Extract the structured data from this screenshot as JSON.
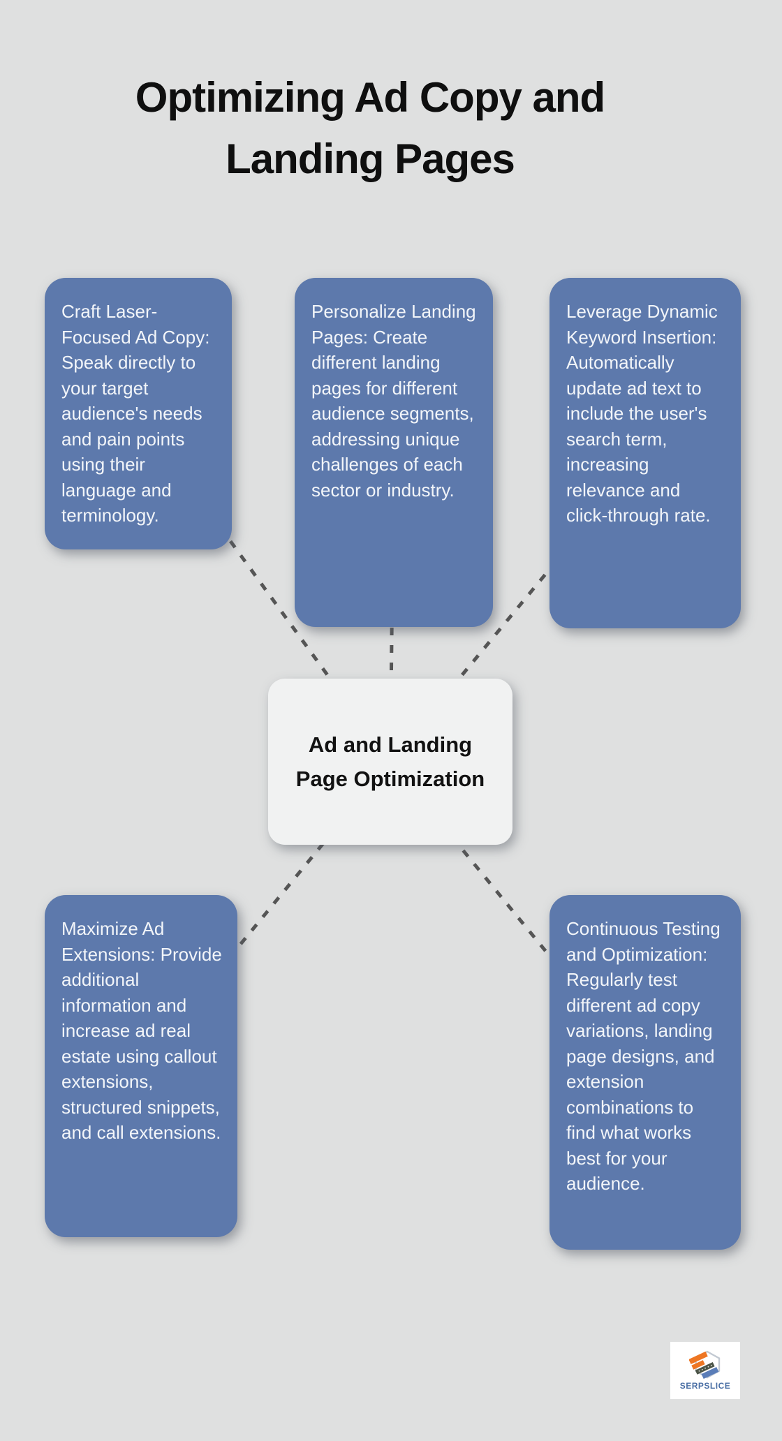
{
  "title": "Optimizing Ad Copy and Landing Pages",
  "center": {
    "label": "Ad and Landing Page Optimization"
  },
  "nodes": [
    {
      "id": "craft-ad-copy",
      "position": "top-left",
      "text": "Craft Laser-Focused Ad Copy: Speak directly to your target audience's needs and pain points using their language and terminology."
    },
    {
      "id": "personalize-landing-pages",
      "position": "top-middle",
      "text": "Personalize Landing Pages: Create different landing pages for different audience segments, addressing unique challenges of each sector or industry."
    },
    {
      "id": "dynamic-keyword-insertion",
      "position": "top-right",
      "text": "Leverage Dynamic Keyword Insertion: Automatically update ad text to include the user's search term, increasing relevance and click-through rate."
    },
    {
      "id": "maximize-ad-extensions",
      "position": "bottom-left",
      "text": "Maximize Ad Extensions: Provide additional information and increase ad real estate using callout extensions, structured snippets, and call extensions."
    },
    {
      "id": "continuous-testing",
      "position": "bottom-right",
      "text": "Continuous Testing and Optimization: Regularly test different ad copy variations, landing page designs, and extension combinations to find what works best for your audience."
    }
  ],
  "logo": {
    "text": "SERPSLICE"
  },
  "colors": {
    "background": "#dfe0e0",
    "node_fill": "#5d79ac",
    "node_text": "#f2f5f9",
    "center_fill": "#f1f2f2",
    "title_text": "#0f0f0f",
    "connector": "#555555",
    "logo_orange": "#ee7623",
    "logo_olive": "#4c5548",
    "logo_blue": "#5a7db8",
    "logo_outline": "#c2c9d2",
    "logo_text": "#4a6fa5"
  }
}
